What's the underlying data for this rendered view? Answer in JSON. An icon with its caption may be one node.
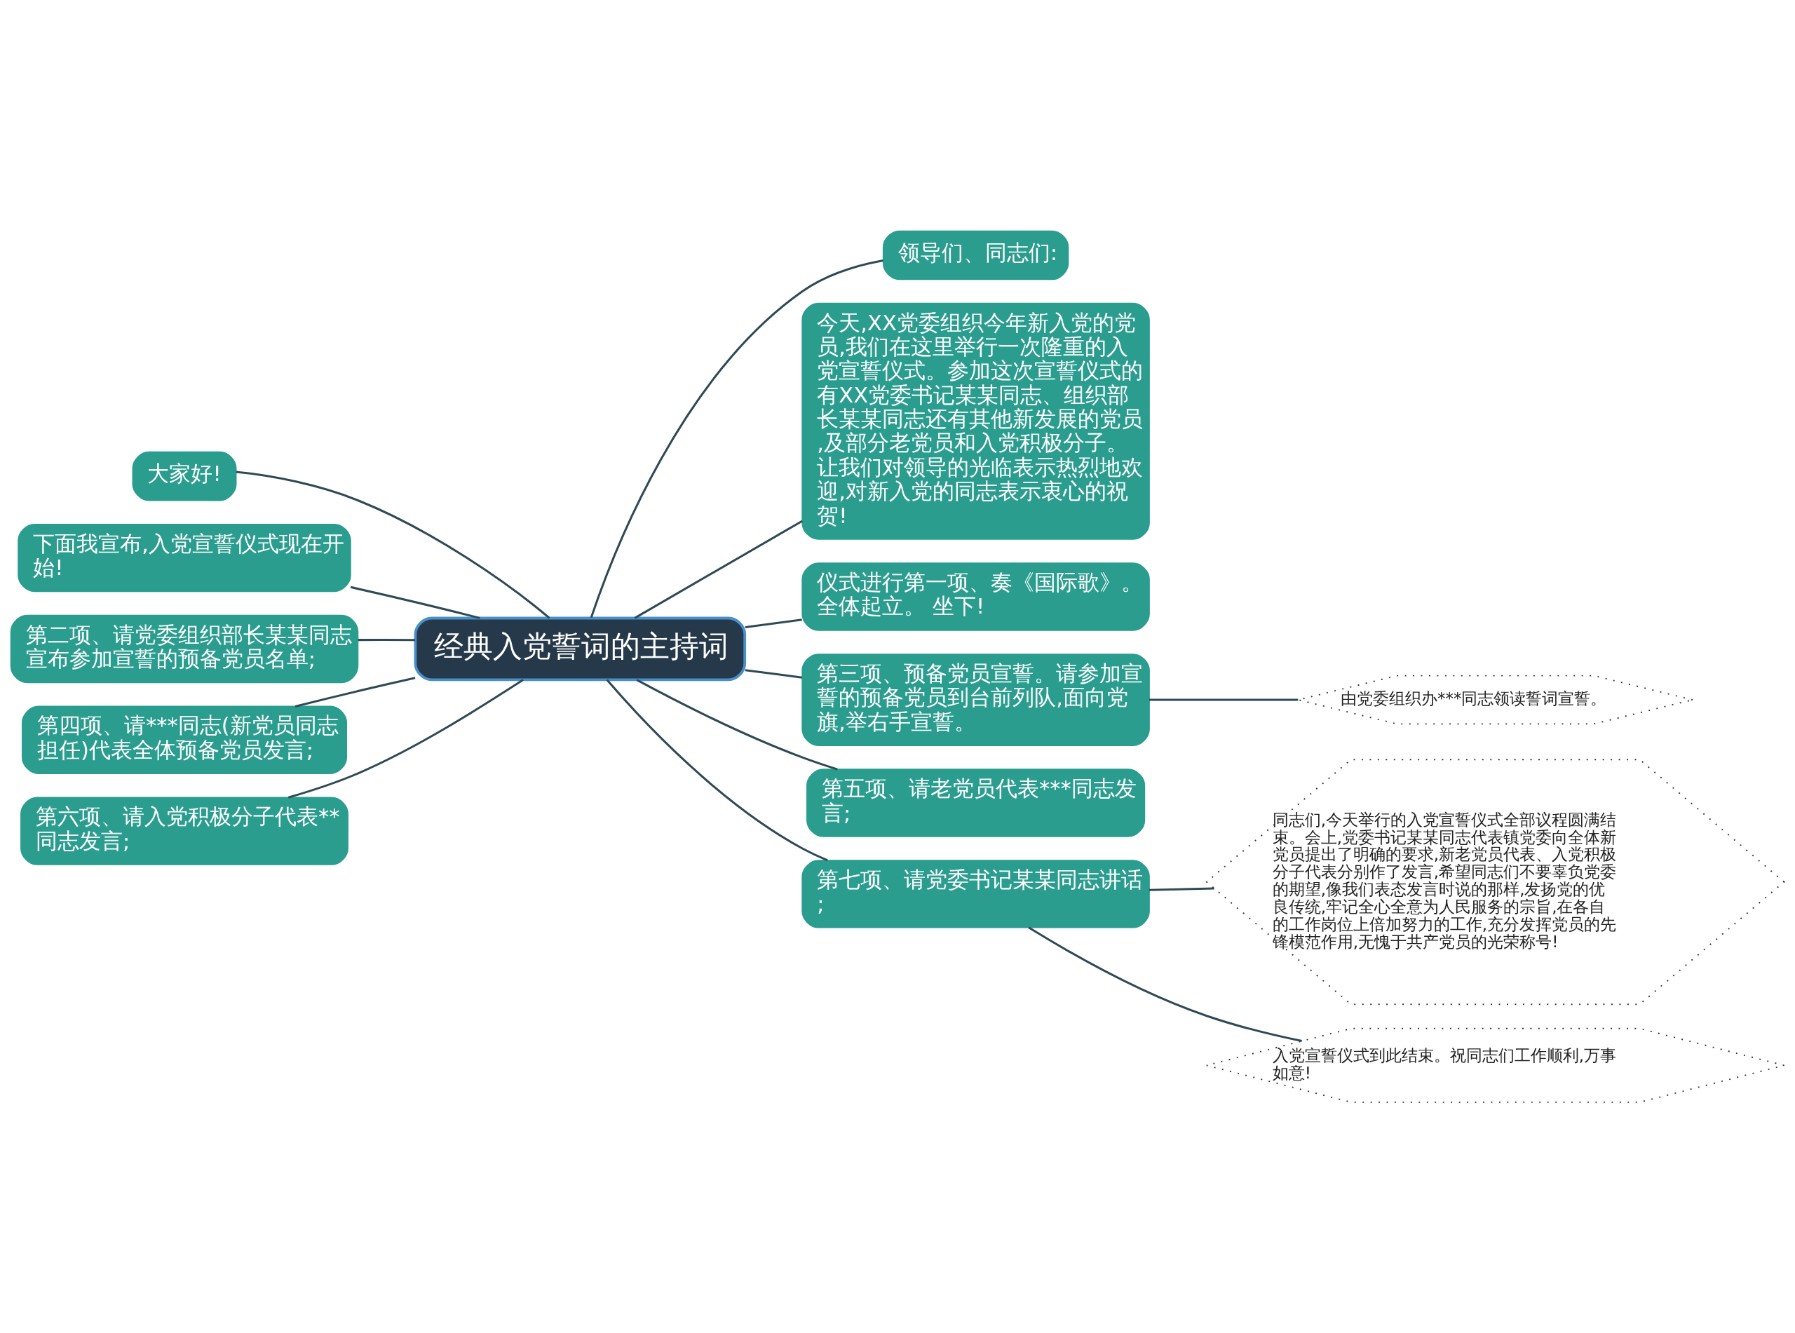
{
  "diagram": {
    "nodes": [
      {
        "text": [
          "经典入党誓词的主持词"
        ]
      },
      {
        "text": [
          "领导们、同志们:"
        ]
      },
      {
        "text": [
          "今天,XX党委组织今年新入党的党员,我们在这里举行一次隆重的入党宣誓仪式。参加这次宣誓仪式的有XX党委书记某某同志、组织部长某某同志还有其他新发展的党员,及部分老党员和入党积极分子。让我们对领导的光临表示热烈地欢迎,对新入党的同志表示衷心的祝贺!"
        ]
      },
      {
        "text": [
          "仪式进行第一项、奏《国际歌》。全体起立。 坐下!"
        ]
      },
      {
        "text": [
          "第三项、预备党员宣誓。请参加宣誓的预备党员到台前列队,面向党旗,举右手宣誓。"
        ]
      },
      {
        "text": [
          "由党委组织办***同志领读誓词宣誓。"
        ]
      },
      {
        "text": [
          "第五项、请老党员代表***同志发言;"
        ]
      },
      {
        "text": [
          "第七项、请党委书记某某同志讲话;"
        ]
      },
      {
        "text": [
          "同志们,今天举行的入党宣誓仪式全部议程圆满结束。会上,党委书记某某同志代表镇党委向全体新党员提出了明确的要求,新老党员代表、入党积极分子代表分别作了发言,希望同志们不要辜负党委的期望,像我们表态发言时说的那样,发扬党的优良传统,牢记全心全意为人民服务的宗旨,在各自的工作岗位上倍加努力的工作,充分发挥党员的先锋模范作用,无愧于共产党员的光荣称号!"
        ]
      },
      {
        "text": [
          "入党宣誓仪式到此结束。祝同志们工作顺利,万事如意!"
        ]
      },
      {
        "text": [
          "大家好!"
        ]
      },
      {
        "text": [
          "下面我宣布,入党宣誓仪式现在开始!"
        ]
      },
      {
        "text": [
          "第二项、请党委组织部长某某同志宣布参加宣誓的预备党员名单;"
        ]
      },
      {
        "text": [
          "第四项、请***同志(新党员同志担任)代表全体预备党员发言;"
        ]
      },
      {
        "text": [
          "第六项、请入党积极分子代表**同志发言;"
        ]
      }
    ],
    "edges": [
      {
        "from": 0,
        "to": 1,
        "arrow": "none"
      },
      {
        "from": 0,
        "to": 2,
        "arrow": "none"
      },
      {
        "from": 0,
        "to": 3,
        "arrow": "none"
      },
      {
        "from": 0,
        "to": 4,
        "arrow": "none"
      },
      {
        "from": 4,
        "to": 5,
        "arrow": "none"
      },
      {
        "from": 0,
        "to": 6,
        "arrow": "none"
      },
      {
        "from": 0,
        "to": 7,
        "arrow": "none"
      },
      {
        "from": 7,
        "to": 8,
        "arrow": "none"
      },
      {
        "from": 7,
        "to": 9,
        "arrow": "none"
      },
      {
        "from": 0,
        "to": 10,
        "arrow": "none"
      },
      {
        "from": 0,
        "to": 11,
        "arrow": "none"
      },
      {
        "from": 0,
        "to": 12,
        "arrow": "none"
      },
      {
        "from": 0,
        "to": 13,
        "arrow": "none"
      },
      {
        "from": 0,
        "to": 14,
        "arrow": "none"
      }
    ]
  }
}
